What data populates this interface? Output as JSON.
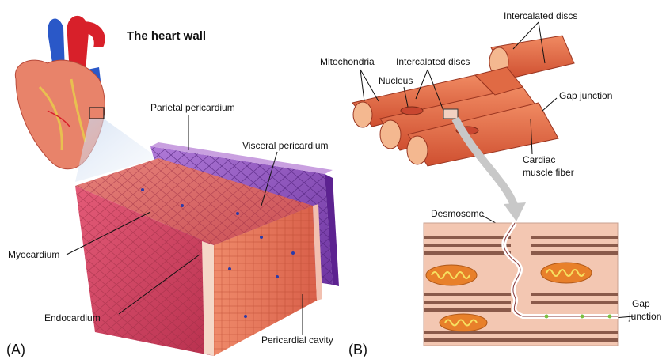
{
  "panel_a": {
    "title": "The heart wall",
    "letter": "(A)",
    "labels": {
      "parietal": "Parietal pericardium",
      "visceral": "Visceral pericardium",
      "myocardium": "Myocardium",
      "endocardium": "Endocardium",
      "cavity": "Pericardial cavity"
    }
  },
  "panel_b": {
    "letter": "(B)",
    "labels": {
      "intercalated_top": "Intercalated discs",
      "intercalated_mid": "Intercalated discs",
      "mitochondria": "Mitochondria",
      "nucleus": "Nucleus",
      "gap_junction_top": "Gap junction",
      "cardiac_1": "Cardiac",
      "cardiac_2": "muscle fiber",
      "desmosome": "Desmosome",
      "gap_1": "Gap",
      "gap_2": "junction"
    }
  },
  "colors": {
    "muscle": "#e8603c",
    "muscle_dark": "#b8402a",
    "pericardium": "#8a4fb8",
    "myocardium_face": "#d9486a",
    "detail_bg": "#f3c7b2",
    "artery": "#d8202a",
    "vein": "#2a58c8"
  }
}
